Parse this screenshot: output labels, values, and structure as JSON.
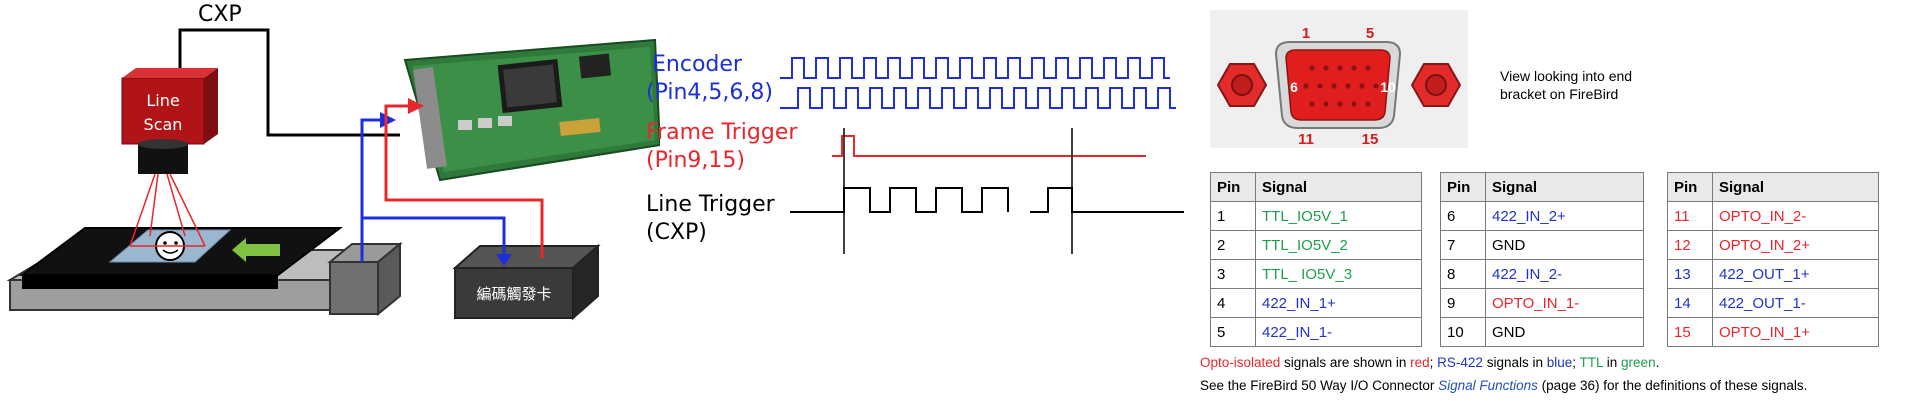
{
  "colors": {
    "red": "#e8262b",
    "blue": "#2233c8",
    "green": "#1aa04a",
    "black": "#000000"
  },
  "setup": {
    "cxp_label": "CXP",
    "camera_label_1": "Line",
    "camera_label_2": "Scan",
    "trigger_card_label": "編碼觸發卡"
  },
  "timing": {
    "encoder_label": "Encoder",
    "encoder_pins": "(Pin4,5,6,8)",
    "frame_trigger_label": "Frame Trigger",
    "frame_trigger_pins": "(Pin9,15)",
    "line_trigger_label": "Line Trigger",
    "line_trigger_sub": "(CXP)"
  },
  "connector": {
    "pin_1": "1",
    "pin_5": "5",
    "pin_6": "6",
    "pin_10": "10",
    "pin_11": "11",
    "pin_15": "15",
    "caption_line1": "View looking into end",
    "caption_line2": "bracket on FireBird"
  },
  "tables": [
    {
      "headers": [
        "Pin",
        "Signal"
      ],
      "rows": [
        {
          "pin": "1",
          "signal": "TTL_IO5V_1",
          "color": "green"
        },
        {
          "pin": "2",
          "signal": "TTL_IO5V_2",
          "color": "green"
        },
        {
          "pin": "3",
          "signal": "TTL_ IO5V_3",
          "color": "green"
        },
        {
          "pin": "4",
          "signal": "422_IN_1+",
          "color": "blue"
        },
        {
          "pin": "5",
          "signal": "422_IN_1-",
          "color": "blue"
        }
      ]
    },
    {
      "headers": [
        "Pin",
        "Signal"
      ],
      "rows": [
        {
          "pin": "6",
          "signal": "422_IN_2+",
          "color": "blue"
        },
        {
          "pin": "7",
          "signal": "GND",
          "color": "black"
        },
        {
          "pin": "8",
          "signal": "422_IN_2-",
          "color": "blue"
        },
        {
          "pin": "9",
          "signal": "OPTO_IN_1-",
          "color": "red"
        },
        {
          "pin": "10",
          "signal": "GND",
          "color": "black"
        }
      ]
    },
    {
      "headers": [
        "Pin",
        "Signal"
      ],
      "rows": [
        {
          "pin": "11",
          "signal": "OPTO_IN_2-",
          "color": "red"
        },
        {
          "pin": "12",
          "signal": "OPTO_IN_2+",
          "color": "red"
        },
        {
          "pin": "13",
          "signal": "422_OUT_1+",
          "color": "blue"
        },
        {
          "pin": "14",
          "signal": "422_OUT_1-",
          "color": "blue"
        },
        {
          "pin": "15",
          "signal": "OPTO_IN_1+",
          "color": "red"
        }
      ]
    }
  ],
  "notes": {
    "line1_a": "Opto-isolated",
    "line1_b": " signals are shown in ",
    "line1_c": "red",
    "line1_d": "; ",
    "line1_e": "RS-422",
    "line1_f": " signals in ",
    "line1_g": "blue",
    "line1_h": "; ",
    "line1_i": "TTL",
    "line1_j": " in ",
    "line1_k": "green",
    "line1_l": ".",
    "line2_a": "See the FireBird 50 Way I/O Connector ",
    "line2_b": "Signal Functions",
    "line2_c": " (page 36) for the definitions of these signals."
  }
}
